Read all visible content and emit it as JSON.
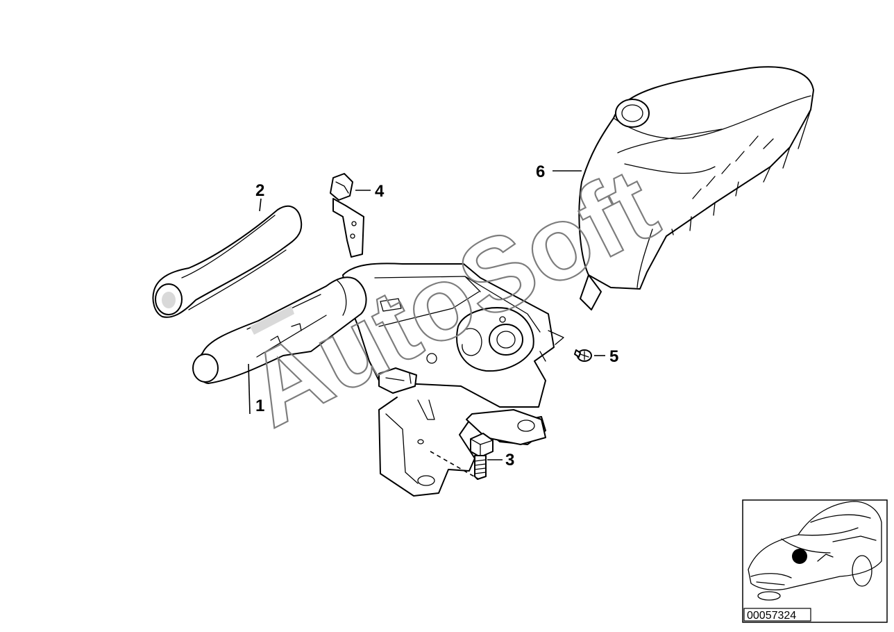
{
  "callouts": {
    "c1": "1",
    "c2": "2",
    "c3": "3",
    "c4": "4",
    "c5": "5",
    "c6": "6"
  },
  "watermark": "AutoSoft",
  "diagram_number": "00057324",
  "colors": {
    "line": "#000000",
    "watermark": "#7d7d7d",
    "background": "#ffffff"
  }
}
